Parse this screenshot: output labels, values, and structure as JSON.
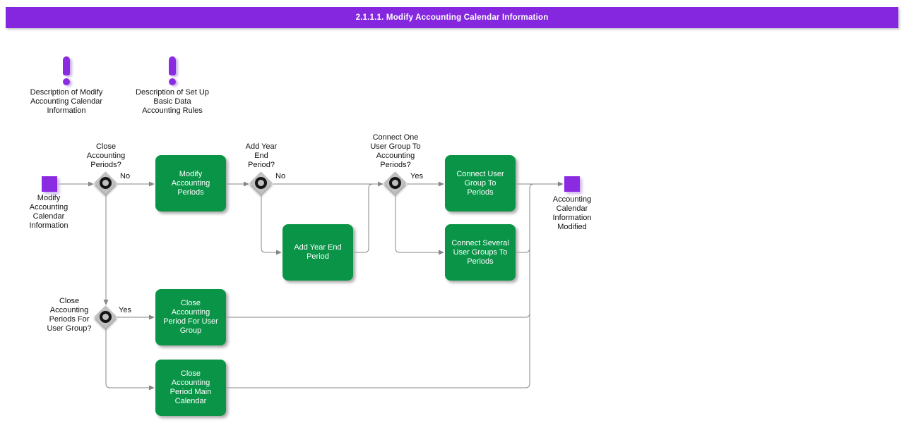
{
  "title": "2.1.1.1. Modify Accounting Calendar Information",
  "colors": {
    "accent_purple": "#8A2BE2",
    "task_green": "#0A9447",
    "diamond_silver": "#C0C0C0",
    "connector_gray": "#868686"
  },
  "notes": [
    {
      "icon": "exclamation-icon",
      "label": "Description of Modify\nAccounting Calendar\nInformation"
    },
    {
      "icon": "exclamation-icon",
      "label": "Description of Set Up\nBasic Data\nAccounting Rules"
    }
  ],
  "flow": {
    "start": {
      "label": "Modify\nAccounting\nCalendar\nInformation"
    },
    "end": {
      "label": "Accounting\nCalendar\nInformation\nModified"
    },
    "decisions": [
      {
        "question": "Close\nAccounting\nPeriods?",
        "branch": "No"
      },
      {
        "question": "Add Year\nEnd\nPeriod?",
        "branch": "No"
      },
      {
        "question": "Connect One\nUser Group To\nAccounting\nPeriods?",
        "branch": "Yes"
      },
      {
        "question": "Close\nAccounting\nPeriods For\nUser Group?",
        "branch": "Yes"
      }
    ],
    "tasks": [
      {
        "label": "Modify\nAccounting\nPeriods"
      },
      {
        "label": "Add Year End\nPeriod"
      },
      {
        "label": "Connect User\nGroup To\nPeriods"
      },
      {
        "label": "Connect Several\nUser Groups To\nPeriods"
      },
      {
        "label": "Close\nAccounting\nPeriod For User\nGroup"
      },
      {
        "label": "Close\nAccounting\nPeriod Main\nCalendar"
      }
    ]
  }
}
